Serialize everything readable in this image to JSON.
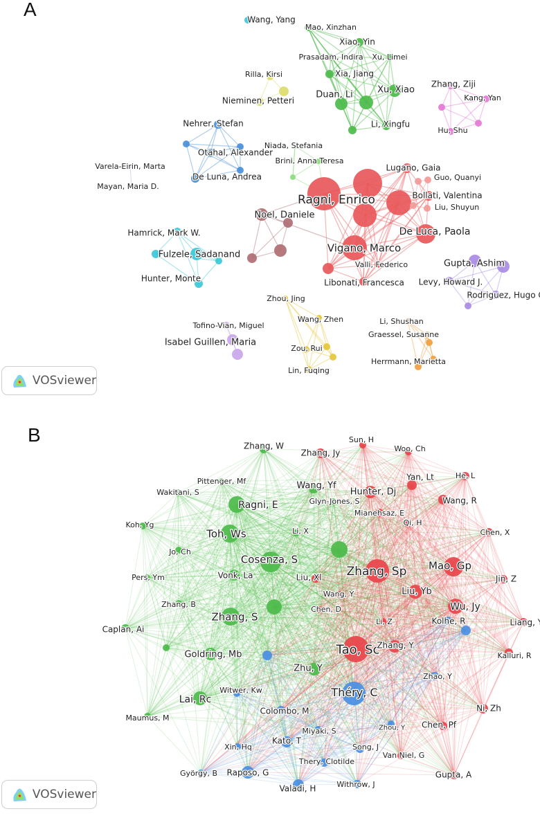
{
  "panels": [
    {
      "letter": "A",
      "logo_text": "VOSviewer",
      "colors": {
        "red": "#e8585a",
        "green": "#4cbb4a",
        "blue": "#4a8fd9",
        "cyan": "#3bc8d8",
        "yellow": "#dcdc6e",
        "pink": "#e57ad6",
        "salmon": "#f29a98",
        "brown": "#b06e73",
        "purple": "#a98be3",
        "gold": "#e6c63c",
        "orange": "#f0a040",
        "lightpurple": "#c9a6ea",
        "lightgreen": "#8ddc7e"
      },
      "nodes": [
        {
          "label": "Wang, Yang",
          "color": "cyan",
          "size": 5,
          "fs": 12
        },
        {
          "label": "Mao, Xinzhan",
          "color": "green",
          "size": 5,
          "fs": 11
        },
        {
          "label": "Xiao, Yin",
          "color": "green",
          "size": 6,
          "fs": 12
        },
        {
          "label": "Prasadam, Indira",
          "color": "green",
          "size": 5,
          "fs": 11
        },
        {
          "label": "Xu, Limei",
          "color": "green",
          "size": 5,
          "fs": 11
        },
        {
          "label": "Xia, Jiang",
          "color": "green",
          "size": 6,
          "fs": 12
        },
        {
          "label": "Duan, Li",
          "color": "green",
          "size": 9,
          "fs": 13
        },
        {
          "label": "Xu, Xiao",
          "color": "green",
          "size": 9,
          "fs": 13
        },
        {
          "label": "",
          "color": "green",
          "size": 10,
          "fs": 0
        },
        {
          "label": "",
          "color": "green",
          "size": 6,
          "fs": 0
        },
        {
          "label": "Li, Xingfu",
          "color": "green",
          "size": 6,
          "fs": 12
        },
        {
          "label": "Rilla, Kirsi",
          "color": "yellow",
          "size": 5,
          "fs": 11
        },
        {
          "label": "",
          "color": "yellow",
          "size": 7,
          "fs": 0
        },
        {
          "label": "Nieminen, Petteri",
          "color": "yellow",
          "size": 6,
          "fs": 12
        },
        {
          "label": "Zhang, Ziji",
          "color": "pink",
          "size": 5,
          "fs": 12
        },
        {
          "label": "Kang, Yan",
          "color": "pink",
          "size": 5,
          "fs": 11
        },
        {
          "label": "",
          "color": "pink",
          "size": 5,
          "fs": 0
        },
        {
          "label": "Hu, Shu",
          "color": "pink",
          "size": 5,
          "fs": 11
        },
        {
          "label": "",
          "color": "pink",
          "size": 5,
          "fs": 0
        },
        {
          "label": "Nehrer, Stefan",
          "color": "blue",
          "size": 6,
          "fs": 12
        },
        {
          "label": "",
          "color": "blue",
          "size": 5,
          "fs": 0
        },
        {
          "label": "Otahal, Alexander",
          "color": "blue",
          "size": 6,
          "fs": 12
        },
        {
          "label": "",
          "color": "blue",
          "size": 5,
          "fs": 0
        },
        {
          "label": "De Luna, Andrea",
          "color": "blue",
          "size": 6,
          "fs": 12
        },
        {
          "label": "",
          "color": "blue",
          "size": 5,
          "fs": 0
        },
        {
          "label": "Niada, Stefania",
          "color": "lightgreen",
          "size": 4,
          "fs": 11
        },
        {
          "label": "Brini, Anna Teresa",
          "color": "lightgreen",
          "size": 4,
          "fs": 11
        },
        {
          "label": "",
          "color": "lightgreen",
          "size": 4,
          "fs": 0
        },
        {
          "label": "Varela-Eirin, Marta",
          "color": "lightpurple",
          "size": 3,
          "fs": 11
        },
        {
          "label": "Mayan, Maria D.",
          "color": "lightpurple",
          "size": 3,
          "fs": 11
        },
        {
          "label": "Lugano, Gaia",
          "color": "red",
          "size": 7,
          "fs": 12
        },
        {
          "label": "",
          "color": "red",
          "size": 21,
          "fs": 0
        },
        {
          "label": "Ragni, Enrico",
          "color": "red",
          "size": 24,
          "fs": 17
        },
        {
          "label": "",
          "color": "red",
          "size": 18,
          "fs": 0
        },
        {
          "label": "Bollati, Valentina",
          "color": "red",
          "size": 7,
          "fs": 12
        },
        {
          "label": "",
          "color": "red",
          "size": 17,
          "fs": 0
        },
        {
          "label": "De Luca, Paola",
          "color": "red",
          "size": 14,
          "fs": 14
        },
        {
          "label": "Vigano, Marco",
          "color": "red",
          "size": 18,
          "fs": 15
        },
        {
          "label": "",
          "color": "red",
          "size": 8,
          "fs": 0
        },
        {
          "label": "Valli, Federico",
          "color": "red",
          "size": 5,
          "fs": 11
        },
        {
          "label": "Libonati, Francesca",
          "color": "red",
          "size": 6,
          "fs": 12
        },
        {
          "label": "Guo, Quanyi",
          "color": "salmon",
          "size": 5,
          "fs": 11
        },
        {
          "label": "",
          "color": "salmon",
          "size": 5,
          "fs": 0
        },
        {
          "label": "Liu, Shuyun",
          "color": "salmon",
          "size": 5,
          "fs": 11
        },
        {
          "label": "",
          "color": "salmon",
          "size": 5,
          "fs": 0
        },
        {
          "label": "Noel, Daniele",
          "color": "brown",
          "size": 9,
          "fs": 13
        },
        {
          "label": "",
          "color": "brown",
          "size": 7,
          "fs": 0
        },
        {
          "label": "",
          "color": "brown",
          "size": 9,
          "fs": 0
        },
        {
          "label": "",
          "color": "brown",
          "size": 7,
          "fs": 0
        },
        {
          "label": "Hamrick, Mark W.",
          "color": "cyan",
          "size": 6,
          "fs": 12
        },
        {
          "label": "Fulzele, Sadanand",
          "color": "cyan",
          "size": 9,
          "fs": 13
        },
        {
          "label": "",
          "color": "cyan",
          "size": 6,
          "fs": 0
        },
        {
          "label": "Hunter, Monte",
          "color": "cyan",
          "size": 6,
          "fs": 12
        },
        {
          "label": "",
          "color": "cyan",
          "size": 5,
          "fs": 0
        },
        {
          "label": "Gupta, Ashim",
          "color": "purple",
          "size": 9,
          "fs": 13
        },
        {
          "label": "",
          "color": "purple",
          "size": 9,
          "fs": 0
        },
        {
          "label": "Levy, Howard J.",
          "color": "purple",
          "size": 6,
          "fs": 12
        },
        {
          "label": "Rodriguez, Hugo C.",
          "color": "purple",
          "size": 6,
          "fs": 12
        },
        {
          "label": "",
          "color": "purple",
          "size": 5,
          "fs": 0
        },
        {
          "label": "Zhou, Jing",
          "color": "gold",
          "size": 4,
          "fs": 11
        },
        {
          "label": "Wang, Zhen",
          "color": "gold",
          "size": 4,
          "fs": 11
        },
        {
          "label": "",
          "color": "gold",
          "size": 5,
          "fs": 0
        },
        {
          "label": "Zou, Rui",
          "color": "gold",
          "size": 5,
          "fs": 11
        },
        {
          "label": "",
          "color": "gold",
          "size": 5,
          "fs": 0
        },
        {
          "label": "Lin, Fuqing",
          "color": "gold",
          "size": 5,
          "fs": 11
        },
        {
          "label": "Li, Shushan",
          "color": "orange",
          "size": 4,
          "fs": 11
        },
        {
          "label": "Graessel, Susanne",
          "color": "orange",
          "size": 5,
          "fs": 11
        },
        {
          "label": "",
          "color": "orange",
          "size": 5,
          "fs": 0
        },
        {
          "label": "",
          "color": "orange",
          "size": 5,
          "fs": 0
        },
        {
          "label": "Herrmann, Marietta",
          "color": "orange",
          "size": 5,
          "fs": 11
        },
        {
          "label": "Tofino-Vian, Miguel",
          "color": "lightpurple",
          "size": 5,
          "fs": 11
        },
        {
          "label": "Isabel Guillen, Maria",
          "color": "lightpurple",
          "size": 8,
          "fs": 13
        },
        {
          "label": "",
          "color": "lightpurple",
          "size": 8,
          "fs": 0
        }
      ],
      "clusters": [
        [
          0
        ],
        [
          1,
          2,
          3,
          4,
          5,
          6,
          7,
          8,
          9,
          10
        ],
        [
          11,
          12,
          13
        ],
        [
          14,
          15,
          16,
          17,
          18
        ],
        [
          19,
          20,
          21,
          22,
          23,
          24
        ],
        [
          25,
          26,
          27
        ],
        [
          28,
          29
        ],
        [
          30,
          31,
          32,
          33,
          34,
          35,
          36,
          37,
          38,
          39,
          40
        ],
        [
          41,
          42,
          43,
          44
        ],
        [
          45,
          46,
          47,
          48
        ],
        [
          49,
          50,
          51,
          52,
          53
        ],
        [
          54,
          55,
          56,
          57,
          58
        ],
        [
          59,
          60,
          61,
          62,
          63,
          64
        ],
        [
          65,
          66,
          67,
          68,
          69
        ],
        [
          70,
          71,
          72
        ]
      ],
      "bridges": [
        [
          26,
          32
        ],
        [
          27,
          32
        ],
        [
          25,
          27
        ],
        [
          45,
          37
        ],
        [
          45,
          32
        ],
        [
          42,
          34
        ],
        [
          44,
          36
        ]
      ]
    },
    {
      "letter": "B",
      "logo_text": "VOSviewer",
      "colors": {
        "red": "#e8444a",
        "green": "#4cbb4a",
        "blue": "#4a8fe3"
      },
      "nodes": [
        {
          "label": "Zhang, W",
          "color": "green",
          "size": 6,
          "fs": 12
        },
        {
          "label": "Pittenger, Mf",
          "color": "green",
          "size": 5,
          "fs": 11
        },
        {
          "label": "Wakitani, S",
          "color": "green",
          "size": 5,
          "fs": 11
        },
        {
          "label": "Ragni, E",
          "color": "green",
          "size": 12,
          "fs": 14
        },
        {
          "label": "Wang, Yf",
          "color": "green",
          "size": 7,
          "fs": 13
        },
        {
          "label": "Glyn-Jones, S",
          "color": "green",
          "size": 5,
          "fs": 11
        },
        {
          "label": "Koh, Yg",
          "color": "green",
          "size": 5,
          "fs": 11
        },
        {
          "label": "Toh, Ws",
          "color": "green",
          "size": 13,
          "fs": 15
        },
        {
          "label": "Li, X",
          "color": "green",
          "size": 5,
          "fs": 11
        },
        {
          "label": "",
          "color": "green",
          "size": 12,
          "fs": 0
        },
        {
          "label": "Jo, Ch",
          "color": "green",
          "size": 5,
          "fs": 11
        },
        {
          "label": "Cosenza, S",
          "color": "green",
          "size": 15,
          "fs": 15
        },
        {
          "label": "Pers, Ym",
          "color": "green",
          "size": 5,
          "fs": 11
        },
        {
          "label": "Vonk, La",
          "color": "green",
          "size": 8,
          "fs": 12
        },
        {
          "label": "Zhang, B",
          "color": "green",
          "size": 5,
          "fs": 11
        },
        {
          "label": "",
          "color": "green",
          "size": 11,
          "fs": 0
        },
        {
          "label": "Zhang, S",
          "color": "green",
          "size": 13,
          "fs": 15
        },
        {
          "label": "Caplan, Ai",
          "color": "green",
          "size": 6,
          "fs": 12
        },
        {
          "label": "",
          "color": "green",
          "size": 5,
          "fs": 0
        },
        {
          "label": "Goldring, Mb",
          "color": "green",
          "size": 9,
          "fs": 13
        },
        {
          "label": "Zhu, Y",
          "color": "green",
          "size": 9,
          "fs": 13
        },
        {
          "label": "Lai, Rc",
          "color": "green",
          "size": 10,
          "fs": 14
        },
        {
          "label": "Maumus, M",
          "color": "green",
          "size": 5,
          "fs": 11
        },
        {
          "label": "Sun, H",
          "color": "red",
          "size": 5,
          "fs": 11
        },
        {
          "label": "Zhang, Jy",
          "color": "red",
          "size": 7,
          "fs": 12
        },
        {
          "label": "Woo, Ch",
          "color": "red",
          "size": 5,
          "fs": 11
        },
        {
          "label": "He, L",
          "color": "red",
          "size": 6,
          "fs": 11
        },
        {
          "label": "Hunter, Dj",
          "color": "red",
          "size": 9,
          "fs": 13
        },
        {
          "label": "Yan, Lt",
          "color": "red",
          "size": 7,
          "fs": 12
        },
        {
          "label": "Wang, R",
          "color": "red",
          "size": 7,
          "fs": 12
        },
        {
          "label": "Mianehsaz, E",
          "color": "red",
          "size": 6,
          "fs": 11
        },
        {
          "label": "Qi, H",
          "color": "red",
          "size": 5,
          "fs": 11
        },
        {
          "label": "Chen, X",
          "color": "red",
          "size": 6,
          "fs": 11
        },
        {
          "label": "Mao, Gp",
          "color": "red",
          "size": 14,
          "fs": 15
        },
        {
          "label": "Liu, Xl",
          "color": "red",
          "size": 6,
          "fs": 12
        },
        {
          "label": "Zhang, Sp",
          "color": "red",
          "size": 17,
          "fs": 17
        },
        {
          "label": "Jin, Z",
          "color": "red",
          "size": 6,
          "fs": 12
        },
        {
          "label": "Liu, Yb",
          "color": "red",
          "size": 10,
          "fs": 13
        },
        {
          "label": "Wang, Y",
          "color": "red",
          "size": 5,
          "fs": 11
        },
        {
          "label": "Wu, Jy",
          "color": "red",
          "size": 11,
          "fs": 14
        },
        {
          "label": "Chen, D",
          "color": "red",
          "size": 5,
          "fs": 11
        },
        {
          "label": "Li, Z",
          "color": "red",
          "size": 5,
          "fs": 11
        },
        {
          "label": "Liang, Yj",
          "color": "red",
          "size": 6,
          "fs": 12
        },
        {
          "label": "Tao, Sc",
          "color": "red",
          "size": 19,
          "fs": 18
        },
        {
          "label": "Zhang, Y",
          "color": "red",
          "size": 9,
          "fs": 12
        },
        {
          "label": "Kalluri, R",
          "color": "red",
          "size": 6,
          "fs": 11
        },
        {
          "label": "Ni, Zh",
          "color": "red",
          "size": 7,
          "fs": 12
        },
        {
          "label": "Chen, Pf",
          "color": "red",
          "size": 6,
          "fs": 12
        },
        {
          "label": "Van Niel, G",
          "color": "red",
          "size": 5,
          "fs": 11
        },
        {
          "label": "Gupta, A",
          "color": "red",
          "size": 6,
          "fs": 12
        },
        {
          "label": "Kolhe, R",
          "color": "blue",
          "size": 6,
          "fs": 12
        },
        {
          "label": "",
          "color": "blue",
          "size": 7,
          "fs": 0
        },
        {
          "label": "",
          "color": "blue",
          "size": 7,
          "fs": 0
        },
        {
          "label": "Zhao, Y",
          "color": "blue",
          "size": 6,
          "fs": 11
        },
        {
          "label": "Witwer, Kw",
          "color": "blue",
          "size": 5,
          "fs": 11
        },
        {
          "label": "Théry, C",
          "color": "blue",
          "size": 17,
          "fs": 16
        },
        {
          "label": "Colombo, M",
          "color": "blue",
          "size": 6,
          "fs": 12
        },
        {
          "label": "Miyaki, S",
          "color": "blue",
          "size": 6,
          "fs": 11
        },
        {
          "label": "Zhou, Y",
          "color": "blue",
          "size": 5,
          "fs": 10
        },
        {
          "label": "Xin, Hq",
          "color": "blue",
          "size": 5,
          "fs": 11
        },
        {
          "label": "Song, J",
          "color": "blue",
          "size": 6,
          "fs": 11
        },
        {
          "label": "Kato, T",
          "color": "blue",
          "size": 8,
          "fs": 12
        },
        {
          "label": "György, B",
          "color": "blue",
          "size": 5,
          "fs": 11
        },
        {
          "label": "Thery, Clotilde",
          "color": "blue",
          "size": 6,
          "fs": 11
        },
        {
          "label": "Raposo, G",
          "color": "blue",
          "size": 9,
          "fs": 12
        },
        {
          "label": "Valadi, H",
          "color": "blue",
          "size": 8,
          "fs": 12
        },
        {
          "label": "Withrow, J",
          "color": "blue",
          "size": 6,
          "fs": 11
        }
      ]
    }
  ]
}
